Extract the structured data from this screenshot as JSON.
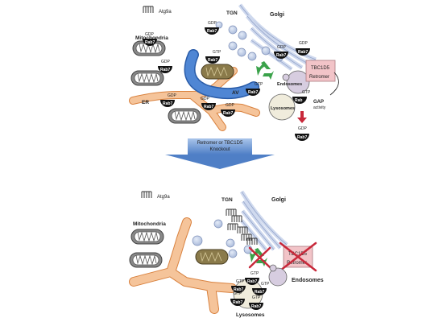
{
  "top": {
    "atg9a": "Atg9a",
    "tgn": "TGN",
    "golgi": "Golgi",
    "mitochondria": "Mitochondria",
    "er": "ER",
    "av": "AV",
    "endosomes": "Endosomes",
    "lysosomes": "Lysosomes",
    "tbc1d5": "TBC1D5",
    "retromer": "Retromer",
    "gap": "GAP",
    "gap_activity": "activity",
    "rab": "Rab",
    "rab7": "Rab7",
    "gdp": "GDP",
    "gtp": "GTP"
  },
  "arrow": {
    "line1": "Retromer or TBC1D5",
    "line2": "Knockout"
  },
  "bottom": {
    "atg9a": "Atg9a",
    "tgn": "TGN",
    "golgi": "Golgi",
    "mitochondria": "Mitochondria",
    "endosomes": "Endosomes",
    "lysosomes": "Lysosomes",
    "tbc1d5": "TBC1D5",
    "retromer": "Retromer",
    "rab7": "Rab7",
    "gtp": "GTP"
  },
  "colors": {
    "er_orange": "#f5c49a",
    "er_stroke": "#d9823f",
    "golgi_blue": "#cfd9ee",
    "av_blue": "#3a73c4",
    "av_olive": "#8a7a4a",
    "recycle_green": "#3aa24a",
    "tbc_pink": "#f2c4c8",
    "gap_red": "#c8283a",
    "arrow_blue": "#6f9bd6"
  }
}
